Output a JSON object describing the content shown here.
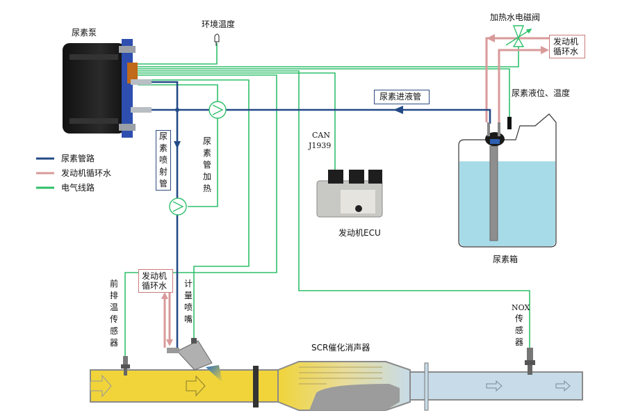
{
  "colors": {
    "urea_line": "#234a86",
    "coolant_line": "#d99a9a",
    "electric_line": "#2fbf6a",
    "urea_fill": "#a8dbe8",
    "exhaust_yellow": "#f0d43a",
    "exhaust_blue": "#c7dbe8"
  },
  "labels": {
    "urea_pump": "尿素泵",
    "ambient_temp": "环境温度",
    "heating_valve": "加热水电磁阀",
    "coolant_top": "发动机循环水",
    "coolant_top_line1": "发动机",
    "coolant_top_line2": "循环水",
    "level_temp": "尿素液位、温度",
    "inlet_pipe": "尿素进液管",
    "injection_pipe": "尿素喷射管",
    "pipe_heating": "尿素管加热",
    "can_line1": "CAN",
    "can_line2": "J1939",
    "ecu": "发动机ECU",
    "tank": "尿素箱",
    "coolant_bottom_line1": "发动机",
    "coolant_bottom_line2": "循环水",
    "upstream_sensor": "前排温传感器",
    "dosing_nozzle": "计量喷嘴",
    "scr": "SCR催化消声器",
    "nox_line1": "NOX",
    "nox_line2": "传感器"
  },
  "legend": [
    {
      "label": "尿素管路",
      "color": "#234a86",
      "icon": "urea-line-swatch"
    },
    {
      "label": "发动机循环水",
      "color": "#d99a9a",
      "icon": "coolant-line-swatch"
    },
    {
      "label": "电气线路",
      "color": "#2fbf6a",
      "icon": "electric-line-swatch"
    }
  ]
}
